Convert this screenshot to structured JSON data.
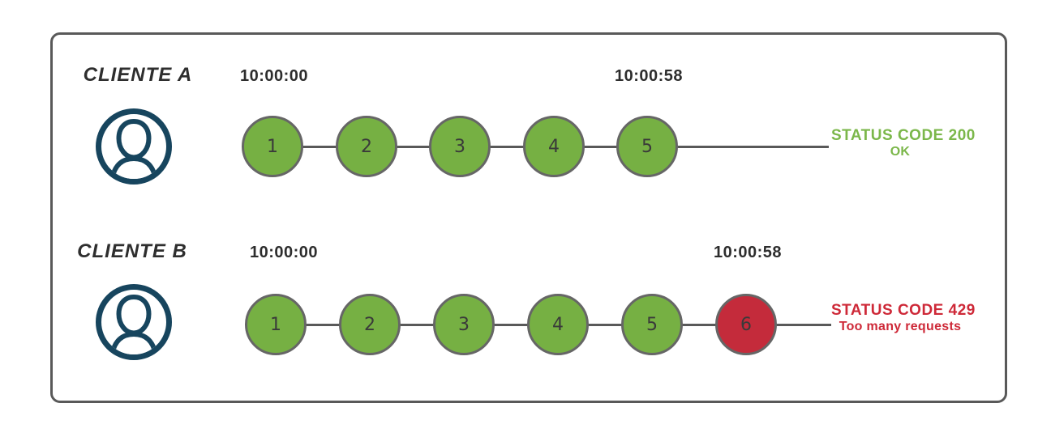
{
  "rows": [
    {
      "client": "CLIENTE A",
      "start_time": "10:00:00",
      "end_time": "10:00:58",
      "requests": [
        "1",
        "2",
        "3",
        "4",
        "5"
      ],
      "blocked_request": null,
      "status": {
        "code_line": "STATUS CODE 200",
        "message": "OK"
      }
    },
    {
      "client": "CLIENTE B",
      "start_time": "10:00:00",
      "end_time": "10:00:58",
      "requests": [
        "1",
        "2",
        "3",
        "4",
        "5",
        "6"
      ],
      "blocked_request": "6",
      "status": {
        "code_line": "STATUS CODE 429",
        "message": "Too many requests"
      }
    }
  ],
  "icons": {
    "client_a": "user-avatar-icon",
    "client_b": "user-avatar-icon"
  },
  "colors": {
    "request_allowed_green": "#76B043",
    "request_blocked_red": "#C42B3B",
    "status_ok_text_green": "#7BB74A",
    "status_error_text_red": "#CE2938",
    "timeline_gray": "#595959",
    "circle_border_gray": "#666666",
    "avatar_navy": "#17455E"
  }
}
